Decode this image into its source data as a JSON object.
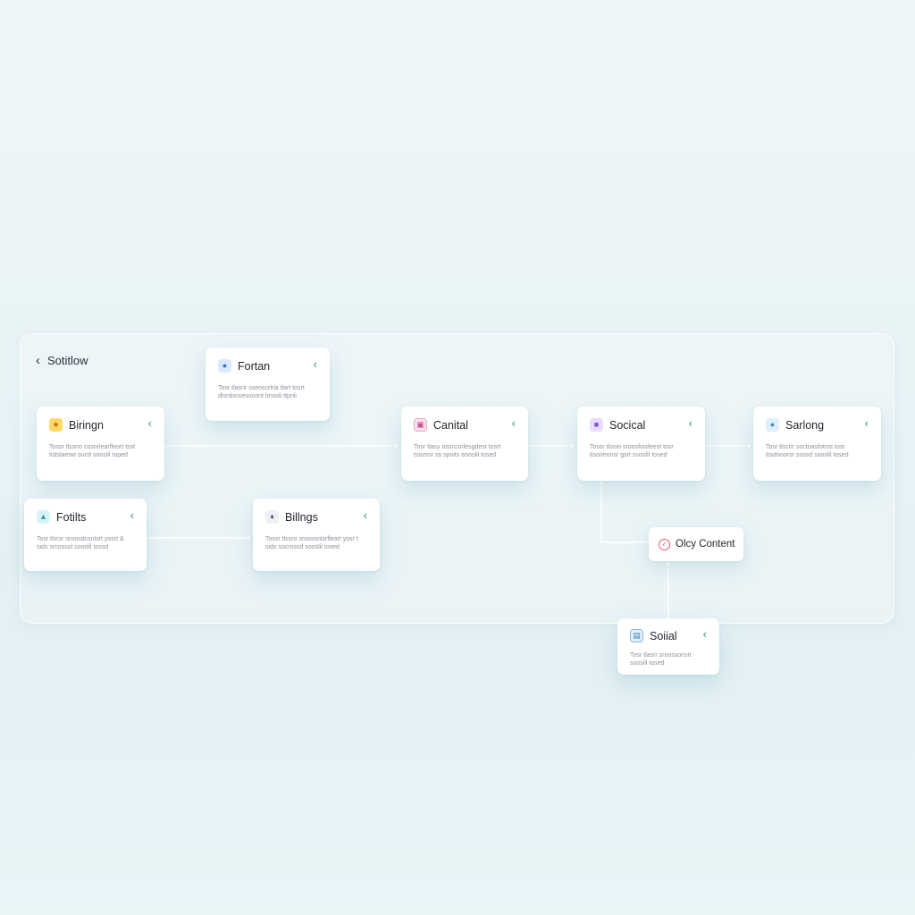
{
  "header": {
    "back_label": "Sotitlow"
  },
  "nodes": {
    "fortan": {
      "title": "Fortan",
      "icon": "person-icon",
      "desc": "Tosr tlasrir sseoscrlria tlart tosrt dlsrdonseoscont bnsoli ttpnli"
    },
    "biringn": {
      "title": "Biringn",
      "icon": "lightbulb-icon",
      "desc": "Tossr tlssno ossnrlearfleort tsst tislslaesw oucd sooslil toped"
    },
    "canital": {
      "title": "Canital",
      "icon": "image-icon",
      "desc": "Tosr tlasy ossrcsnlesgdest tosrt tsisrssr ss spoits eooslil tosed"
    },
    "socical": {
      "title": "Socical",
      "icon": "bookmark-icon",
      "desc": "Tossr tlosio sroosfoisfeest tosr tisoireonsr gsrt ssosfil tosed"
    },
    "sarlong": {
      "title": "Sarlong",
      "icon": "person-icon",
      "desc": "Tosr tlscrir soctoasfotnst tosr tisidsoorsr ssosd sooslil tosed"
    },
    "fotilts": {
      "title": "Fotilts",
      "icon": "cube-icon",
      "desc": "Tosr tlsrsr oroosdcsnlsrt yosrt & sids srcossol sooslil tossd"
    },
    "billngs": {
      "title": "Billngs",
      "icon": "shield-icon",
      "desc": "Tossr tlssro sroossnlsrfleart yosr t sids socrossd sooslil tosed"
    },
    "soiial": {
      "title": "Soiial",
      "icon": "document-icon",
      "desc": "Tosr tlasrr sroossonsrt sooslil tosed"
    }
  },
  "pill": {
    "label": "Olcy Content",
    "icon": "check-circle-icon"
  },
  "colors": {
    "accent": "#2f8f8a",
    "connector": "#ffffff",
    "pill_ring": "#e05a63"
  }
}
